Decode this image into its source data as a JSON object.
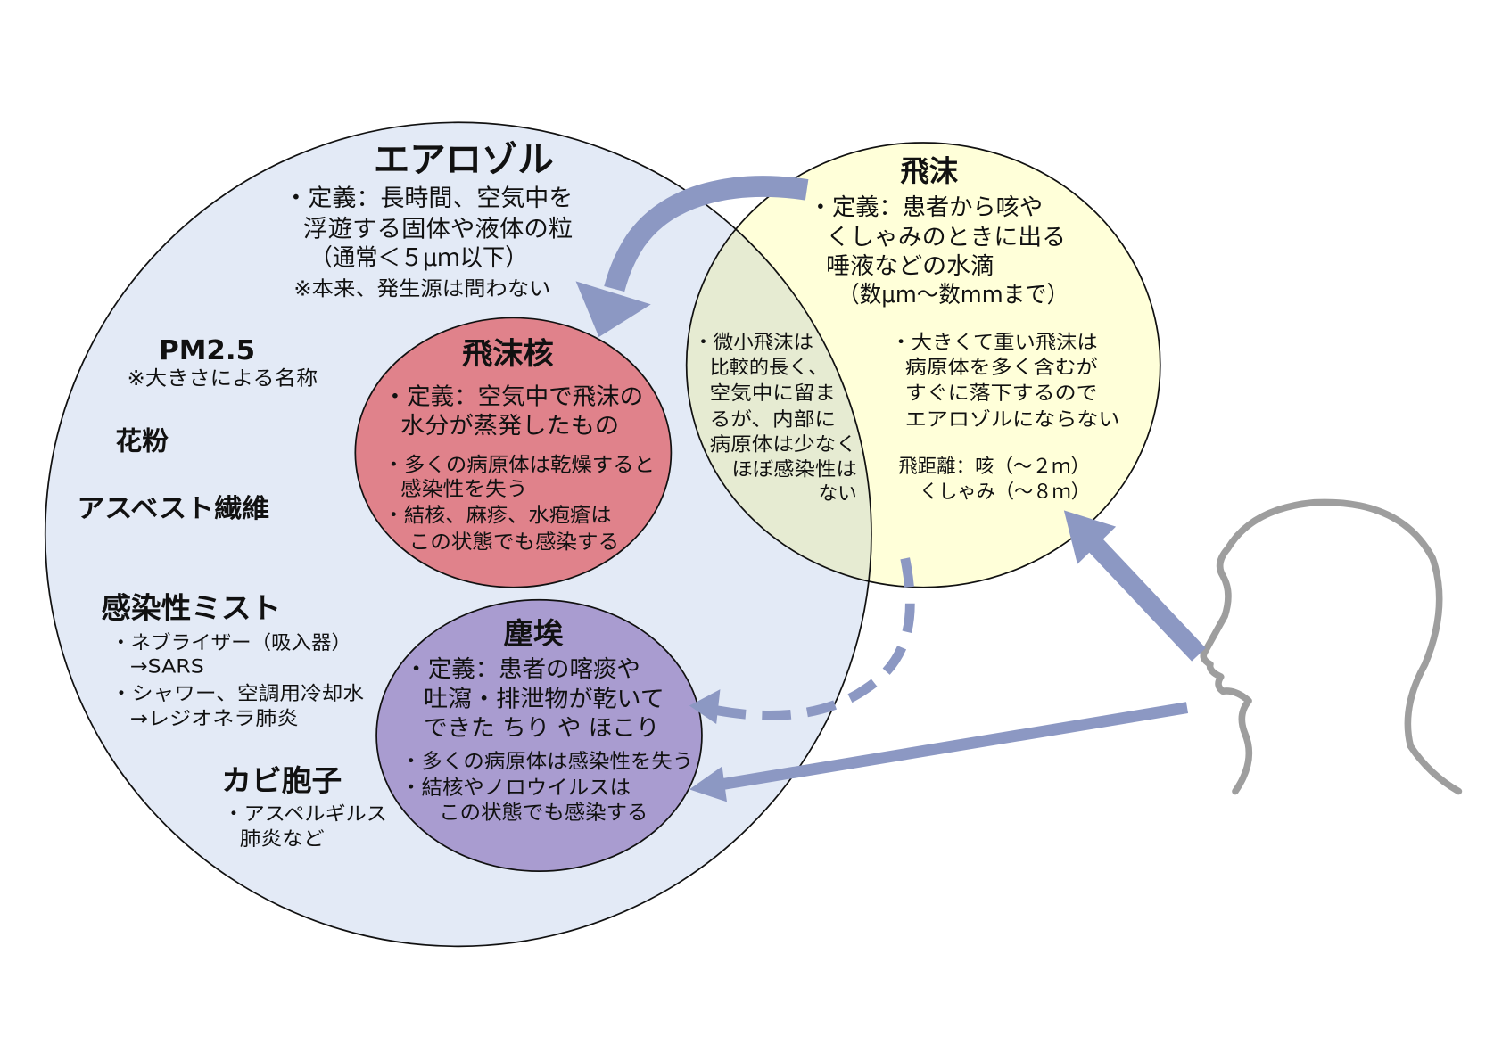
{
  "aerosol": {
    "title": "エアロゾル",
    "definition": [
      "・定義：長時間、空気中を",
      "浮遊する固体や液体の粒",
      "（通常＜５μｍ以下）"
    ],
    "note": "※本来、発生源は問わない"
  },
  "examples": {
    "pm25": {
      "title": "PM2.5",
      "note": "※大きさによる名称"
    },
    "pollen": {
      "title": "花粉"
    },
    "asbestos": {
      "title": "アスベスト繊維"
    },
    "infectious_mist": {
      "title": "感染性ミスト",
      "lines": [
        "・ネブライザー（吸入器）",
        "→SARS",
        "・シャワー、空調用冷却水",
        "→レジオネラ肺炎"
      ]
    },
    "mold_spores": {
      "title": "カビ胞子",
      "lines": [
        "・アスペルギルス",
        "肺炎など"
      ]
    }
  },
  "droplet_nuclei": {
    "title": "飛沫核",
    "definition": [
      "・定義：空気中で飛沫の",
      "水分が蒸発したもの"
    ],
    "notes": [
      "・多くの病原体は乾燥すると",
      "感染性を失う",
      "・結核、麻疹、水疱瘡は",
      "この状態でも感染する"
    ]
  },
  "dust": {
    "title": "塵埃",
    "definition": [
      "・定義：患者の喀痰や",
      "吐瀉・排泄物が乾いて",
      "できた ちり や ほこり"
    ],
    "notes": [
      "・多くの病原体は感染性を失う",
      "・結核やノロウイルスは",
      "この状態でも感染する"
    ]
  },
  "droplet": {
    "title": "飛沫",
    "definition": [
      "・定義：患者から咳や",
      "くしゃみのときに出る",
      "唾液などの水滴",
      "（数μm〜数mmまで）"
    ],
    "small_droplets": [
      "・微小飛沫は",
      "比較的長く、",
      "空気中に留ま",
      "るが、内部に",
      "病原体は少なく",
      "ほぼ感染性は",
      "ない"
    ],
    "large_droplets": [
      "・大きくて重い飛沫は",
      "病原体を多く含むが",
      "すぐに落下するので",
      "エアロゾルにならない"
    ],
    "distance": [
      "飛距離：咳（～２ｍ）",
      "くしゃみ（～８ｍ）"
    ]
  },
  "colors": {
    "aerosol_fill": "#e3eaf6",
    "droplet_fill": "#ffffd9",
    "overlap_fill": "#e6ebd2",
    "nuclei_fill": "#e0828b",
    "dust_fill": "#a99cd0",
    "arrow": "#8c98c3",
    "head_stroke": "#9e9e9e"
  }
}
